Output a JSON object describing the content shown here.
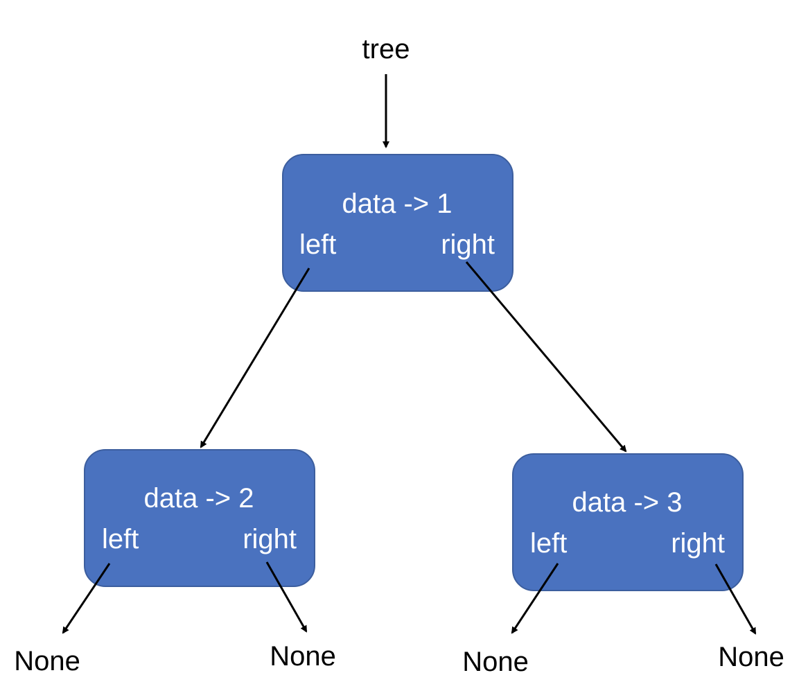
{
  "root_pointer": {
    "label": "tree"
  },
  "nodes": [
    {
      "id": "node-1",
      "data_label": "data -> 1",
      "left_label": "left",
      "right_label": "right"
    },
    {
      "id": "node-2",
      "data_label": "data -> 2",
      "left_label": "left",
      "right_label": "right"
    },
    {
      "id": "node-3",
      "data_label": "data -> 3",
      "left_label": "left",
      "right_label": "right"
    }
  ],
  "null_leaves": [
    {
      "label": "None"
    },
    {
      "label": "None"
    },
    {
      "label": "None"
    },
    {
      "label": "None"
    }
  ],
  "colors": {
    "node_fill": "#4a72bf",
    "node_stroke": "#3c5e9e",
    "node_text": "#ffffff",
    "edge": "#000000"
  }
}
